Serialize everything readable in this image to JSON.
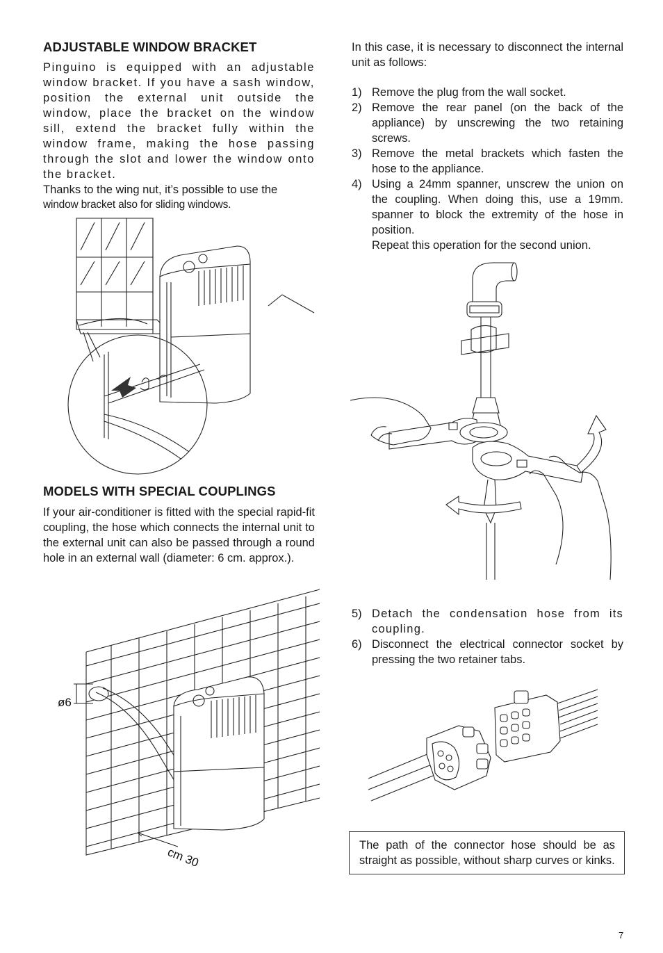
{
  "left": {
    "section1": {
      "heading": "ADJUSTABLE WINDOW BRACKET",
      "para1": "Pinguino is equipped with an adjustable window bracket. If you have a sash window, position the external unit outside the window, place the bracket on the window sill, extend the bracket fully within the window frame, making the hose passing through the slot  and lower the window onto the bracket.",
      "para2_line1": "Thanks to the wing nut, it’s possible to use the",
      "para2_line2": "window bracket also for sliding windows."
    },
    "section2": {
      "heading": "MODELS WITH SPECIAL COUPLINGS",
      "para": "If your air-conditioner is fitted with the special rapid-fit coupling, the hose which connects the internal unit to the external unit can also be passed through a round hole in an external wall (diameter: 6 cm. approx.)."
    },
    "wall_figure": {
      "diameter_label": "ø6",
      "distance_label": "cm 30"
    }
  },
  "right": {
    "intro": "In this case, it is necessary to disconnect the internal unit as follows:",
    "steps": [
      {
        "num": "1)",
        "text": "Remove the plug from the wall socket."
      },
      {
        "num": "2)",
        "text": "Remove the rear panel (on the back of the appliance) by unscrewing the two retaining screws."
      },
      {
        "num": "3)",
        "text": "Remove the metal brackets which fasten the hose to the appliance."
      },
      {
        "num": "4)",
        "text": "Using a 24mm spanner, unscrew the union on the coupling. When doing this, use a 19mm. spanner to block the extremity of the hose in position.",
        "extra": "Repeat this operation for the second union."
      }
    ],
    "steps2": [
      {
        "num": "5)",
        "text": "Detach the condensation hose from its coupling."
      },
      {
        "num": "6)",
        "text": "Disconnect the electrical connector socket by pressing the two retainer tabs."
      }
    ],
    "note": "The path of the connector hose should be as straight as possible, without sharp curves or kinks."
  },
  "page_number": "7"
}
